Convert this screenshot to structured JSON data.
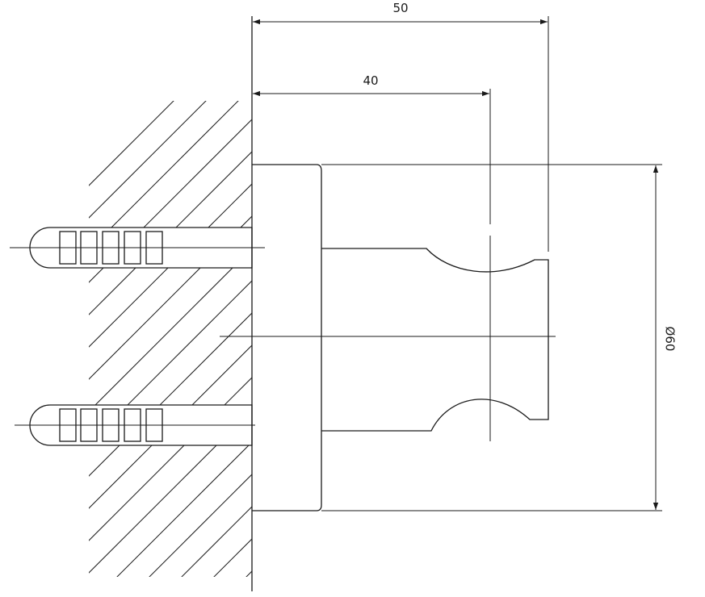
{
  "drawing": {
    "dimensions": {
      "overall_depth": "50",
      "inner_depth": "40",
      "diameter": "Ø60"
    },
    "colors": {
      "line": "#1a1a1a",
      "background": "#ffffff"
    }
  }
}
